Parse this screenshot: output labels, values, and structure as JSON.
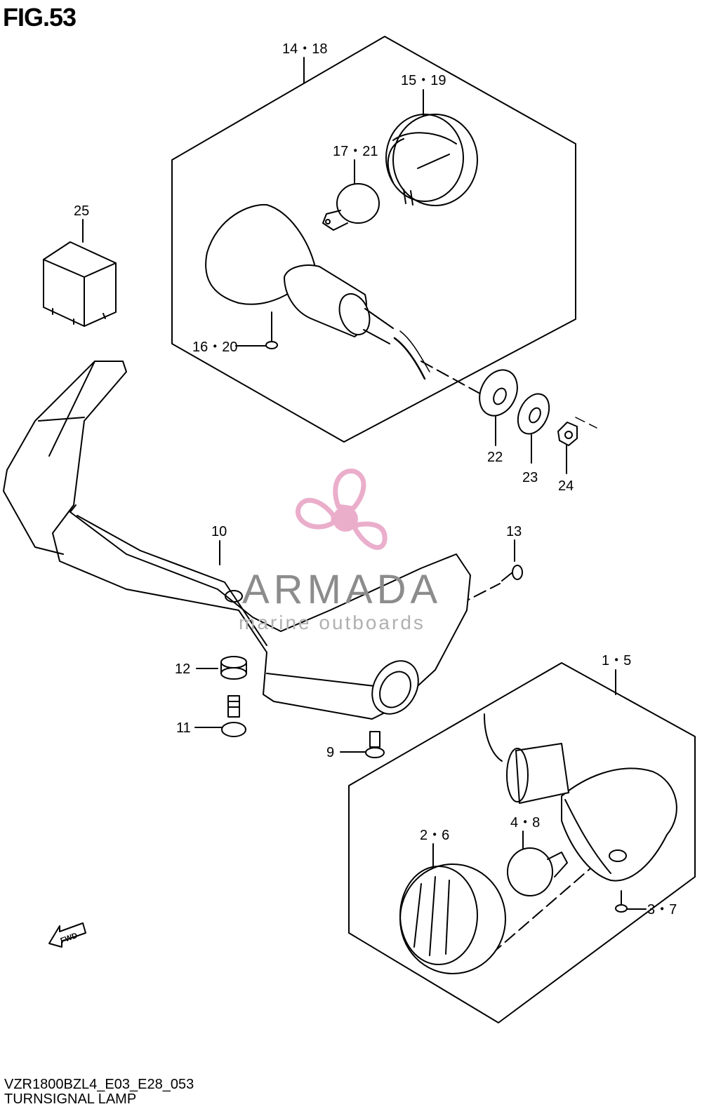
{
  "figure": {
    "title": "FIG.53",
    "model_code": "VZR1800BZL4_E03_E28_053",
    "name": "TURNSIGNAL LAMP"
  },
  "callouts": {
    "c14_18": "14・18",
    "c15_19": "15・19",
    "c17_21": "17・21",
    "c25": "25",
    "c16_20": "16・20",
    "c22": "22",
    "c23": "23",
    "c24": "24",
    "c10": "10",
    "c13": "13",
    "c12": "12",
    "c11": "11",
    "c9": "9",
    "c1_5": "1・5",
    "c2_6": "2・6",
    "c4_8": "4・8",
    "c3_7": "3・7"
  },
  "fwd_label": "FWD",
  "watermark": {
    "brand": "ARMADA",
    "tagline": "marine outboards",
    "color": "#e8a6c6"
  }
}
